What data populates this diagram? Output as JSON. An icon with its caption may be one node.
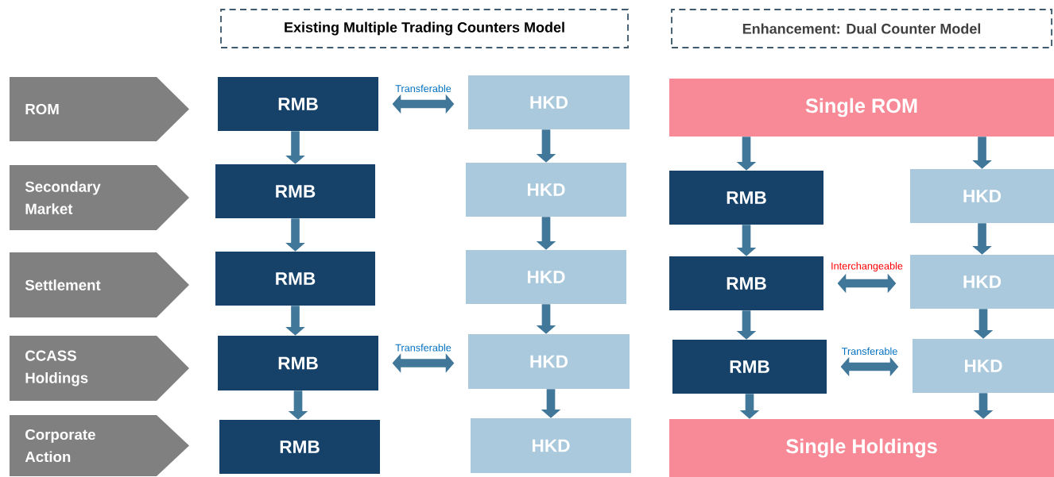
{
  "diagram": {
    "nodes": [
      {
        "text": [
          "Existing Multiple Trading Counters Model"
        ]
      },
      {
        "text": [
          "Enhancement: Dual Counter Model"
        ]
      },
      {
        "text": [
          "ROM"
        ]
      },
      {
        "text": [
          "Secondary Market"
        ]
      },
      {
        "text": [
          "Settlement"
        ]
      },
      {
        "text": [
          "CCASS Holdings"
        ]
      },
      {
        "text": [
          "Corporate Action"
        ]
      },
      {
        "text": [
          "RMB"
        ]
      },
      {
        "text": [
          "RMB"
        ]
      },
      {
        "text": [
          "RMB"
        ]
      },
      {
        "text": [
          "RMB"
        ]
      },
      {
        "text": [
          "RMB"
        ]
      },
      {
        "text": [
          "HKD"
        ]
      },
      {
        "text": [
          "HKD"
        ]
      },
      {
        "text": [
          "HKD"
        ]
      },
      {
        "text": [
          "HKD"
        ]
      },
      {
        "text": [
          "HKD"
        ]
      },
      {
        "text": [
          "Single ROM"
        ]
      },
      {
        "text": [
          "RMB"
        ]
      },
      {
        "text": [
          "HKD"
        ]
      },
      {
        "text": [
          "RMB"
        ]
      },
      {
        "text": [
          "HKD"
        ]
      },
      {
        "text": [
          "RMB"
        ]
      },
      {
        "text": [
          "HKD"
        ]
      },
      {
        "text": [
          "Single Holdings"
        ]
      }
    ],
    "edges": [
      {
        "from": 7,
        "to": 12,
        "arrow": "both",
        "label": "Transferable"
      },
      {
        "from": 7,
        "to": 8,
        "arrow": "to"
      },
      {
        "from": 12,
        "to": 13,
        "arrow": "to"
      },
      {
        "from": 8,
        "to": 9,
        "arrow": "to"
      },
      {
        "from": 13,
        "to": 14,
        "arrow": "to"
      },
      {
        "from": 9,
        "to": 10,
        "arrow": "to"
      },
      {
        "from": 14,
        "to": 15,
        "arrow": "to"
      },
      {
        "from": 10,
        "to": 15,
        "arrow": "both",
        "label": "Transferable"
      },
      {
        "from": 10,
        "to": 11,
        "arrow": "to"
      },
      {
        "from": 15,
        "to": 16,
        "arrow": "to"
      },
      {
        "from": 17,
        "to": 18,
        "arrow": "to"
      },
      {
        "from": 17,
        "to": 19,
        "arrow": "to"
      },
      {
        "from": 18,
        "to": 20,
        "arrow": "to"
      },
      {
        "from": 19,
        "to": 21,
        "arrow": "to"
      },
      {
        "from": 20,
        "to": 21,
        "arrow": "both",
        "label": "Interchangeable"
      },
      {
        "from": 20,
        "to": 22,
        "arrow": "to"
      },
      {
        "from": 21,
        "to": 23,
        "arrow": "to"
      },
      {
        "from": 22,
        "to": 23,
        "arrow": "both",
        "label": "Transferable"
      },
      {
        "from": 22,
        "to": 24,
        "arrow": "to"
      },
      {
        "from": 23,
        "to": 24,
        "arrow": "to"
      }
    ]
  }
}
